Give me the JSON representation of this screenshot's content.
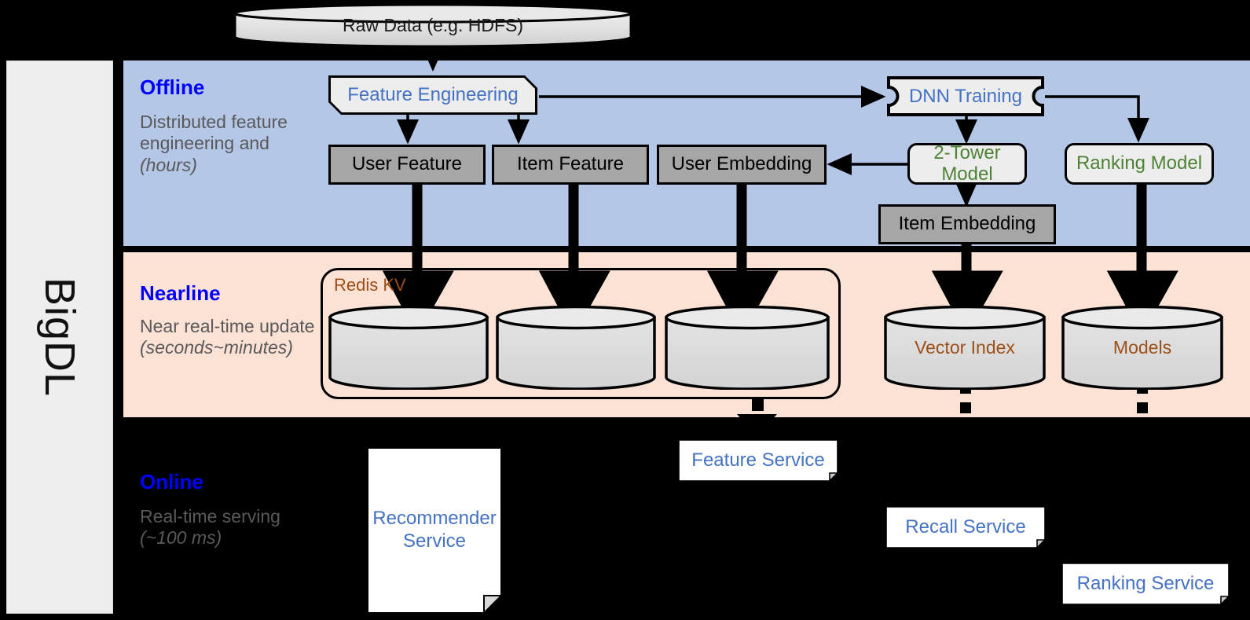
{
  "framework": {
    "name": "BigDL"
  },
  "source": {
    "label": "Raw Data (e.g. HDFS)"
  },
  "bands": {
    "offline": {
      "title": "Offline",
      "description": "Distributed feature engineering and ",
      "description_italic": "(hours)",
      "color": "#b4c7e7"
    },
    "nearline": {
      "title": "Nearline",
      "description": "Near real-time update ",
      "description_italic": "(seconds~minutes)",
      "color": "#fbe2d5"
    },
    "online": {
      "title": "Online",
      "description": "Real-time serving ",
      "description_italic": "(~100 ms)",
      "color": "#000000"
    }
  },
  "offline_nodes": {
    "feature_engineering": "Feature Engineering",
    "dnn_training": "DNN Training",
    "user_feature": "User Feature",
    "item_feature": "Item Feature",
    "user_embedding": "User Embedding",
    "two_tower_model": "2-Tower Model",
    "ranking_model": "Ranking Model",
    "item_embedding": "Item Embedding"
  },
  "nearline_nodes": {
    "redis_kv": "Redis KV",
    "store_user_feature": "",
    "store_item_feature": "",
    "store_user_embedding": "",
    "vector_index": "Vector Index",
    "models": "Models"
  },
  "online_nodes": {
    "recommender_service": "Recommender Service",
    "feature_service": "Feature Service",
    "recall_service": "Recall Service",
    "ranking_service": "Ranking Service"
  },
  "colors": {
    "band_offline": "#b4c7e7",
    "band_nearline": "#fbe2d5",
    "band_online": "#000000",
    "title_blue": "#0000ff",
    "desc_gray": "#595959",
    "node_blue_text": "#4472c4",
    "node_green_text": "#4e8234",
    "node_brown_text": "#9c4f17",
    "gray_fill": "#a6a6a6",
    "light_fill": "#ededed",
    "cylinder_fill": "#d9d9d9",
    "rail_fill": "#eeeeee"
  }
}
